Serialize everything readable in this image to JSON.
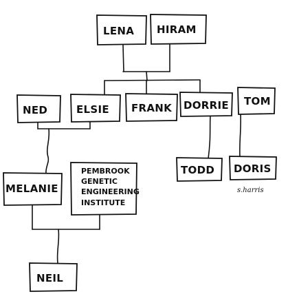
{
  "cartoon": {
    "people": {
      "lena": "LENA",
      "hiram": "HIRAM",
      "ned": "NED",
      "elsie": "ELSIE",
      "frank": "FRANK",
      "dorrie": "DORRIE",
      "tom": "TOM",
      "todd": "TODD",
      "doris": "DORIS",
      "melanie": "MELANIE",
      "institute": [
        "PEMBROOK",
        "GENETIC",
        "ENGINEERING",
        "INSTITUTE"
      ],
      "neil": "NEIL"
    },
    "signature": "s.harris"
  }
}
